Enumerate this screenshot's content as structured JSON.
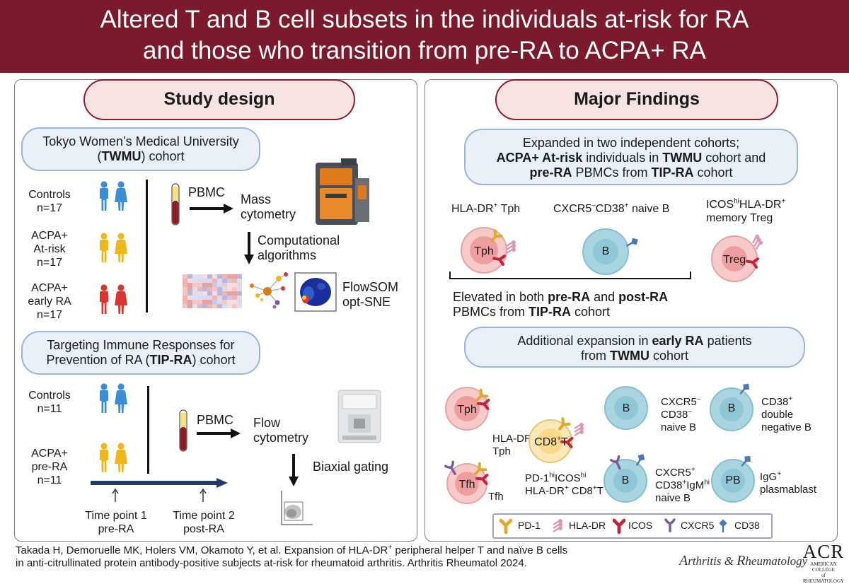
{
  "title": {
    "line1": "Altered T and B cell subsets in the individuals at-risk for RA",
    "line2": "and those who transition from pre-RA to ACPA+ RA"
  },
  "study_design": {
    "heading": "Study design",
    "twmu": {
      "line1": "Tokyo Women’s Medical University",
      "line2_pre": "(",
      "line2_bold": "TWMU",
      "line2_post": ") cohort",
      "groups": [
        {
          "l1": "Controls",
          "l2": "n=17",
          "l3": "",
          "color": "#3b8ed6"
        },
        {
          "l1": "ACPA+",
          "l2": "At-risk",
          "l3": "n=17",
          "color": "#f0b71a"
        },
        {
          "l1": "ACPA+",
          "l2": "early RA",
          "l3": "n=17",
          "color": "#d8362f"
        }
      ],
      "pbmc": "PBMC",
      "mass1": "Mass",
      "mass2": "cytometry",
      "comp1": "Computational",
      "comp2": "algorithms",
      "flowsom": "FlowSOM",
      "optsne": "opt-SNE"
    },
    "tip": {
      "line1": "Targeting Immune Responses for",
      "line2_pre": "Prevention of RA (",
      "line2_bold": "TIP-RA",
      "line2_post": ") cohort",
      "groups": [
        {
          "l1": "Controls",
          "l2": "n=11",
          "l3": "",
          "color": "#3b8ed6"
        },
        {
          "l1": "ACPA+",
          "l2": "pre-RA",
          "l3": "n=11",
          "color": "#f0b71a"
        }
      ],
      "pbmc": "PBMC",
      "flow1": "Flow",
      "flow2": "cytometry",
      "biaxial": "Biaxial gating",
      "tp1a": "Time point 1",
      "tp1b": "pre-RA",
      "tp2a": "Time point 2",
      "tp2b": "post-RA"
    }
  },
  "findings": {
    "heading": "Major Findings",
    "box1": {
      "l1": "Expanded in two independent cohorts;",
      "l2_bold": "ACPA+ At-risk",
      "l2_mid": " individuals in ",
      "l2_bold2": "TWMU",
      "l2_post": " cohort and",
      "l3_bold": "pre-RA",
      "l3_mid": " PBMCs from ",
      "l3_bold2": "TIP-RA",
      "l3_post": " cohort"
    },
    "cells_top": {
      "tph_label_a": "HLA-DR",
      "tph_label_sup": "+",
      "tph_label_b": " Tph",
      "b_label_a": "CXCR5",
      "b_label_sup1": "–",
      "b_label_b": "CD38",
      "b_label_sup2": "+",
      "b_label_c": " naive B",
      "treg_label_a": "ICOS",
      "treg_label_sup1": "hi",
      "treg_label_b": "HLA-DR",
      "treg_label_sup2": "+",
      "treg_label_c": "memory Treg",
      "tph": "Tph",
      "b": "B",
      "treg": "Treg"
    },
    "elevated": {
      "l1_pre": "Elevated in both ",
      "l1_b1": "pre-RA",
      "l1_mid": " and ",
      "l1_b2": "post-RA",
      "l2_pre": "PBMCs from ",
      "l2_b": "TIP-RA",
      "l2_post": " cohort"
    },
    "box2": {
      "l1_pre": "Additional expansion in ",
      "l1_b": "early RA",
      "l1_post": " patients",
      "l2_pre": "from ",
      "l2_b": "TWMU",
      "l2_post": " cohort"
    },
    "cells_bottom": {
      "tph": "Tph",
      "tph_l1a": "HLA-DR",
      "tph_l1sup": "–",
      "tph_l2": "Tph",
      "tfh": "Tfh",
      "tfh_l": "Tfh",
      "cd8": "CD8",
      "cd8_sup": "+",
      "cd8_t": "T",
      "cd8_l1a": "PD-1",
      "cd8_l1sup1": "hi",
      "cd8_l1b": "ICOS",
      "cd8_l1sup2": "hi",
      "cd8_l2a": "HLA-DR",
      "cd8_l2sup1": "+",
      "cd8_l2b": " CD8",
      "cd8_l2sup2": "+",
      "cd8_l2c": "T",
      "b1": "B",
      "b1_l1a": "CXCR5",
      "b1_l1sup": "–",
      "b1_l2a": "CD38",
      "b1_l2sup": "–",
      "b1_l3": "naive B",
      "b2": "B",
      "b2_l1a": "CD38",
      "b2_l1sup": "+",
      "b2_l2": "double",
      "b2_l3": "negative B",
      "b3": "B",
      "b3_l1a": "CXCR5",
      "b3_l1sup": "+",
      "b3_l2a": "CD38",
      "b3_l2sup1": "+",
      "b3_l2b": "IgM",
      "b3_l2sup2": "hi",
      "b3_l3": "naive B",
      "pb": "PB",
      "pb_l1a": "IgG",
      "pb_l1sup": "+",
      "pb_l2": "plasmablast"
    },
    "legend": [
      "PD-1",
      "HLA-DR",
      "ICOS",
      "CXCR5",
      "CD38"
    ]
  },
  "footer": {
    "l1_a": "Takada H, Demoruelle MK, Holers VM, Okamoto Y, et al. Expansion of HLA-DR",
    "l1_sup": "+",
    "l1_b": " peripheral helper T and naïve B cells",
    "l2": "in anti-citrullinated protein antibody-positive subjects at-risk for rheumatoid arthritis. Arthritis Rheumatol 2024.",
    "journal_a1": "A",
    "journal_a2": "rthritis & ",
    "journal_r1": "R",
    "journal_r2": "heumatology",
    "acr": "ACR",
    "acr_l1": "AMERICAN COLLEGE",
    "acr_l2": "of RHEUMATOLOGY"
  },
  "colors": {
    "title_bg": "#7a1a2c",
    "pill_fill": "#f8e3e3",
    "pill_border": "#8a1c2e",
    "blue_box": "#e9f0f8",
    "t_cell": "#f4b9b9",
    "b_cell": "#8fc7d6",
    "pd1": "#e0a92a",
    "hladr": "#d89ab8",
    "icos": "#c0243a",
    "cxcr5": "#7a5aa0",
    "cd38": "#4a7ab8"
  }
}
